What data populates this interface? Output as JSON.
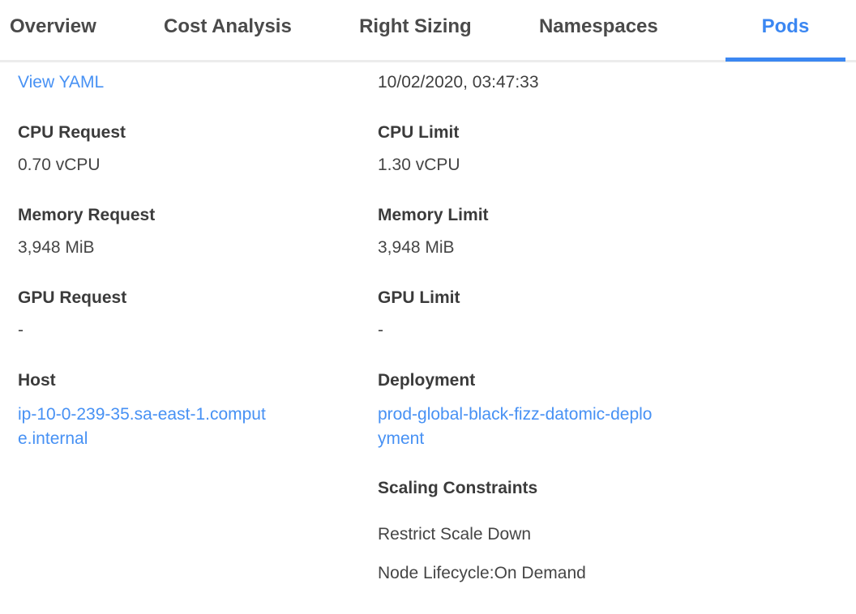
{
  "tabs": [
    {
      "label": "Overview",
      "active": false
    },
    {
      "label": "Cost Analysis",
      "active": false
    },
    {
      "label": "Right Sizing",
      "active": false
    },
    {
      "label": "Namespaces",
      "active": false
    },
    {
      "label": "Pods",
      "active": true
    }
  ],
  "pod_details": {
    "view_yaml": "View YAML",
    "last_updated": "10/02/2020, 03:47:33",
    "cpu_request": {
      "label": "CPU Request",
      "value": "0.70 vCPU"
    },
    "cpu_limit": {
      "label": "CPU Limit",
      "value": "1.30 vCPU"
    },
    "memory_request": {
      "label": "Memory Request",
      "value": "3,948 MiB"
    },
    "memory_limit": {
      "label": "Memory Limit",
      "value": "3,948 MiB"
    },
    "gpu_request": {
      "label": "GPU Request",
      "value": "-"
    },
    "gpu_limit": {
      "label": "GPU Limit",
      "value": "-"
    },
    "host": {
      "label": "Host",
      "value": "ip-10-0-239-35.sa-east-1.compute.internal"
    },
    "deployment": {
      "label": "Deployment",
      "value": "prod-global-black-fizz-datomic-deployment"
    },
    "scaling_constraints": {
      "label": "Scaling Constraints",
      "items": [
        "Restrict Scale Down",
        "Node Lifecycle:On Demand"
      ]
    }
  },
  "colors": {
    "active_tab_blue": "#3b87f2",
    "link_blue": "#4791f4",
    "tab_text": "#4a4a4a",
    "label_text": "#3b3b3b",
    "value_text": "#454545",
    "divider": "#ececec"
  }
}
